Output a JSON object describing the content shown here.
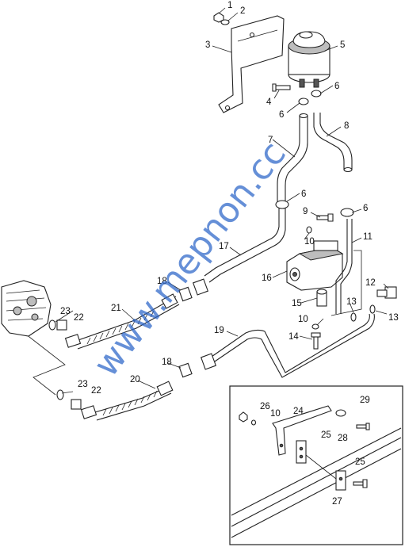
{
  "watermark": "www.mepnon.cc",
  "callouts": {
    "c1": "1",
    "c2": "2",
    "c3": "3",
    "c4": "4",
    "c5": "5",
    "c6a": "6",
    "c6b": "6",
    "c6c": "6",
    "c6d": "6",
    "c7": "7",
    "c8": "8",
    "c9": "9",
    "c10a": "10",
    "c10b": "10",
    "c10c": "10",
    "c11": "11",
    "c12": "12",
    "c13a": "13",
    "c13b": "13",
    "c14": "14",
    "c15": "15",
    "c16": "16",
    "c17": "17",
    "c18a": "18",
    "c18b": "18",
    "c19": "19",
    "c20": "20",
    "c21": "21",
    "c22a": "22",
    "c22b": "22",
    "c23a": "23",
    "c23b": "23",
    "c24": "24",
    "c25a": "25",
    "c25b": "25",
    "c26": "26",
    "c27": "27",
    "c28": "28",
    "c29": "29"
  }
}
